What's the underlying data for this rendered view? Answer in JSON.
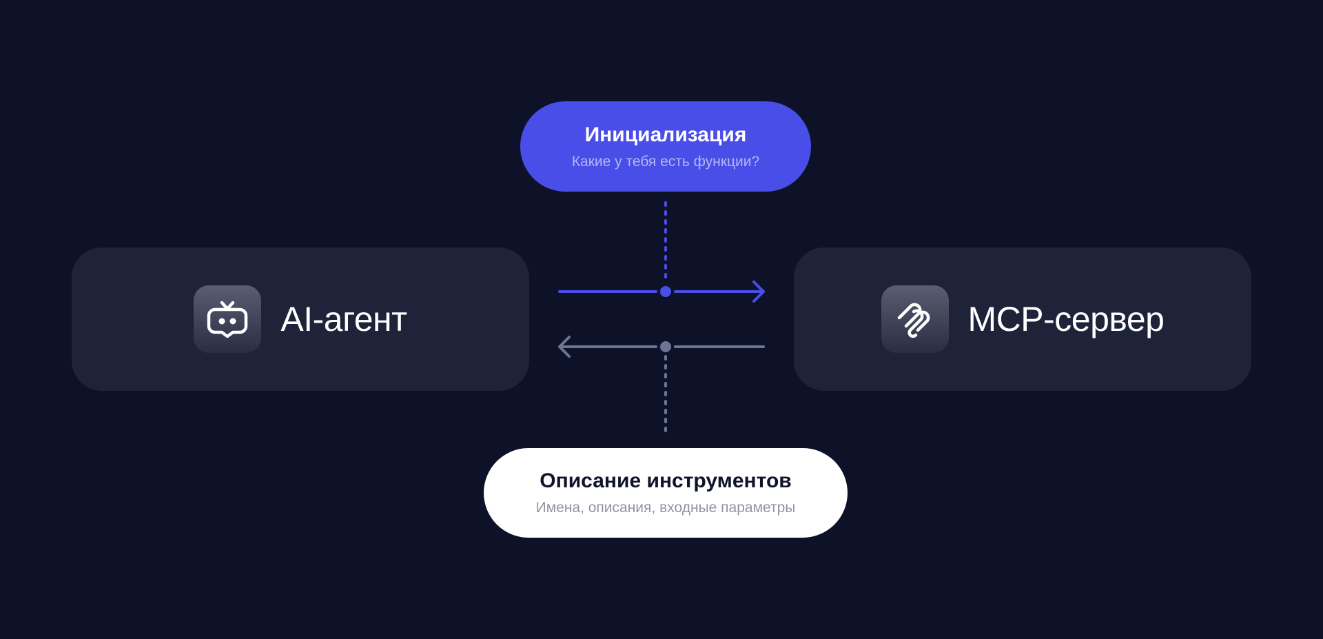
{
  "nodes": {
    "agent": {
      "label": "AI-агент",
      "icon": "robot-icon"
    },
    "server": {
      "label": "MCP-сервер",
      "icon": "mcp-logo-icon"
    }
  },
  "request": {
    "title": "Инициализация",
    "subtitle": "Какие у тебя есть функции?"
  },
  "response": {
    "title": "Описание инструментов",
    "subtitle": "Имена, описания, входные параметры"
  },
  "colors": {
    "background": "#0e1229",
    "node": "#1f2339",
    "accent": "#4a4ee8",
    "muted": "#6f7394",
    "pill_light": "#ffffff"
  }
}
